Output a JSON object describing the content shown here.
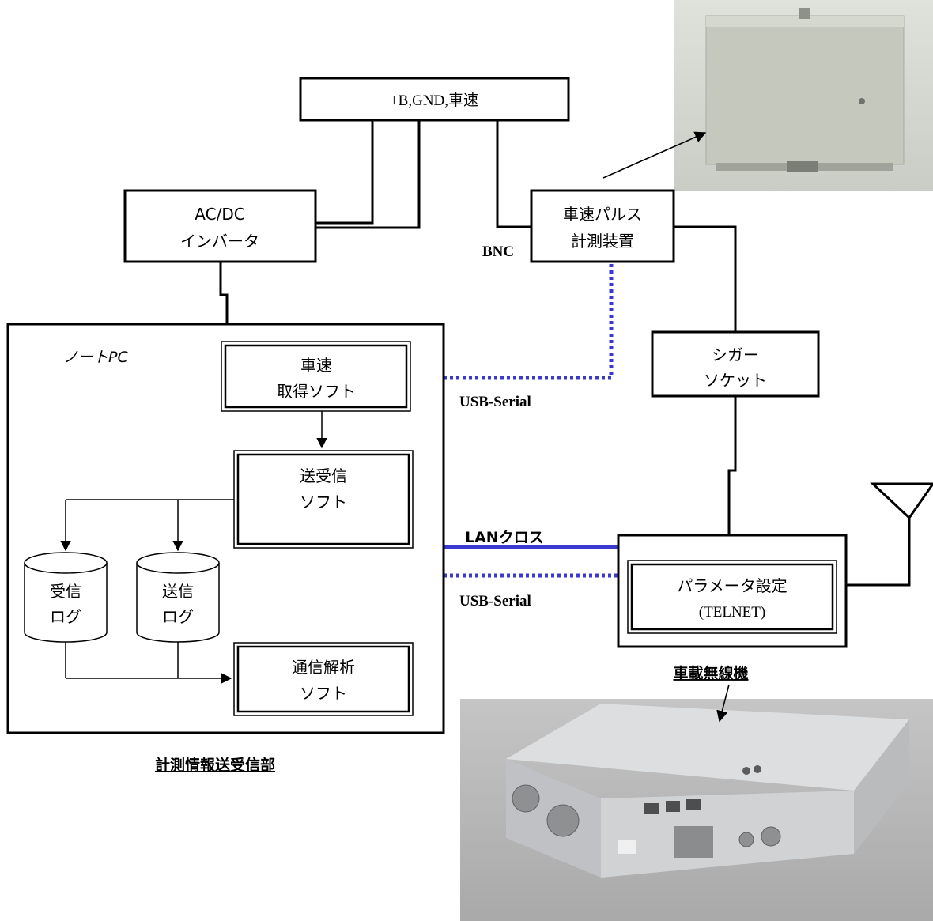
{
  "labels": {
    "power_box": "+B,GND,車速",
    "inverter_line1": "AC/DC",
    "inverter_line2": "インバータ",
    "pulse_line1": "車速パルス",
    "pulse_line2": "計測装置",
    "bnc": "BNC",
    "notebook_pc": "ノートPC",
    "speed_sw_line1": "車速",
    "speed_sw_line2": "取得ソフト",
    "txrx_sw_line1": "送受信",
    "txrx_sw_line2": "ソフト",
    "rx_log_line1": "受信",
    "rx_log_line2": "ログ",
    "tx_log_line1": "送信",
    "tx_log_line2": "ログ",
    "analysis_sw_line1": "通信解析",
    "analysis_sw_line2": "ソフト",
    "usb_serial_top": "USB-Serial",
    "cigar_line1": "シガー",
    "cigar_line2": "ソケット",
    "lan_cross": "LANクロス",
    "usb_serial_bottom": "USB-Serial",
    "param_line1": "パラメータ設定",
    "param_line2": "(TELNET)",
    "radio_caption": "車載無線機",
    "measure_caption": "計測情報送受信部"
  },
  "colors": {
    "line": "#000000",
    "link": "#3a3ad0",
    "photo_bg_top": "#d6dad2",
    "photo_box": "#bfc3b8",
    "photo2_bg": "#b9b9b9",
    "photo2_box": "#d8dadc"
  }
}
